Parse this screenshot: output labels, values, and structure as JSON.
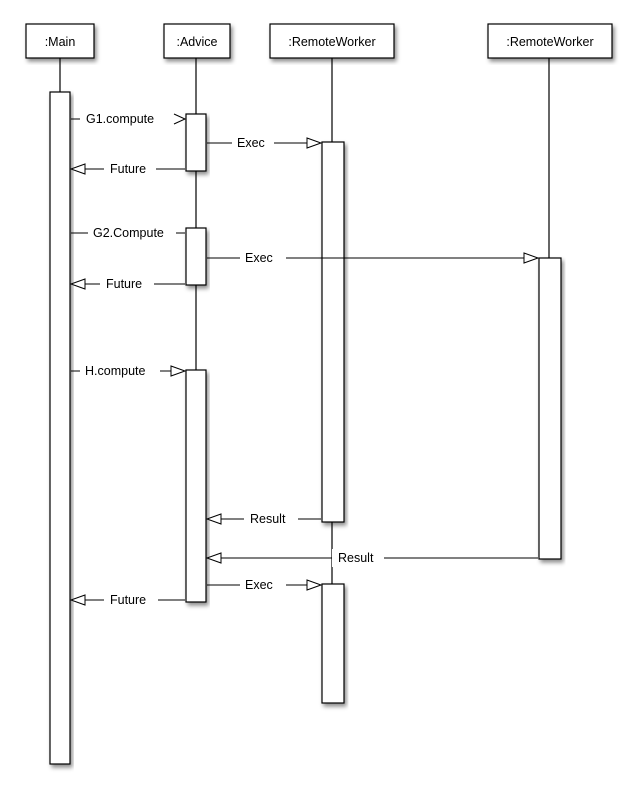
{
  "participants": [
    {
      "id": "main",
      "label": ":Main"
    },
    {
      "id": "advice",
      "label": ":Advice"
    },
    {
      "id": "rw1",
      "label": ":RemoteWorker"
    },
    {
      "id": "rw2",
      "label": ":RemoteWorker"
    }
  ],
  "messages": [
    {
      "id": "g1-compute",
      "label": "G1.compute"
    },
    {
      "id": "exec-1",
      "label": "Exec"
    },
    {
      "id": "future-1",
      "label": "Future"
    },
    {
      "id": "g2-compute",
      "label": "G2.Compute"
    },
    {
      "id": "exec-2",
      "label": "Exec"
    },
    {
      "id": "future-2",
      "label": "Future"
    },
    {
      "id": "h-compute",
      "label": "H.compute"
    },
    {
      "id": "result-1",
      "label": "Result"
    },
    {
      "id": "result-2",
      "label": "Result"
    },
    {
      "id": "exec-3",
      "label": "Exec"
    },
    {
      "id": "future-3",
      "label": "Future"
    }
  ]
}
